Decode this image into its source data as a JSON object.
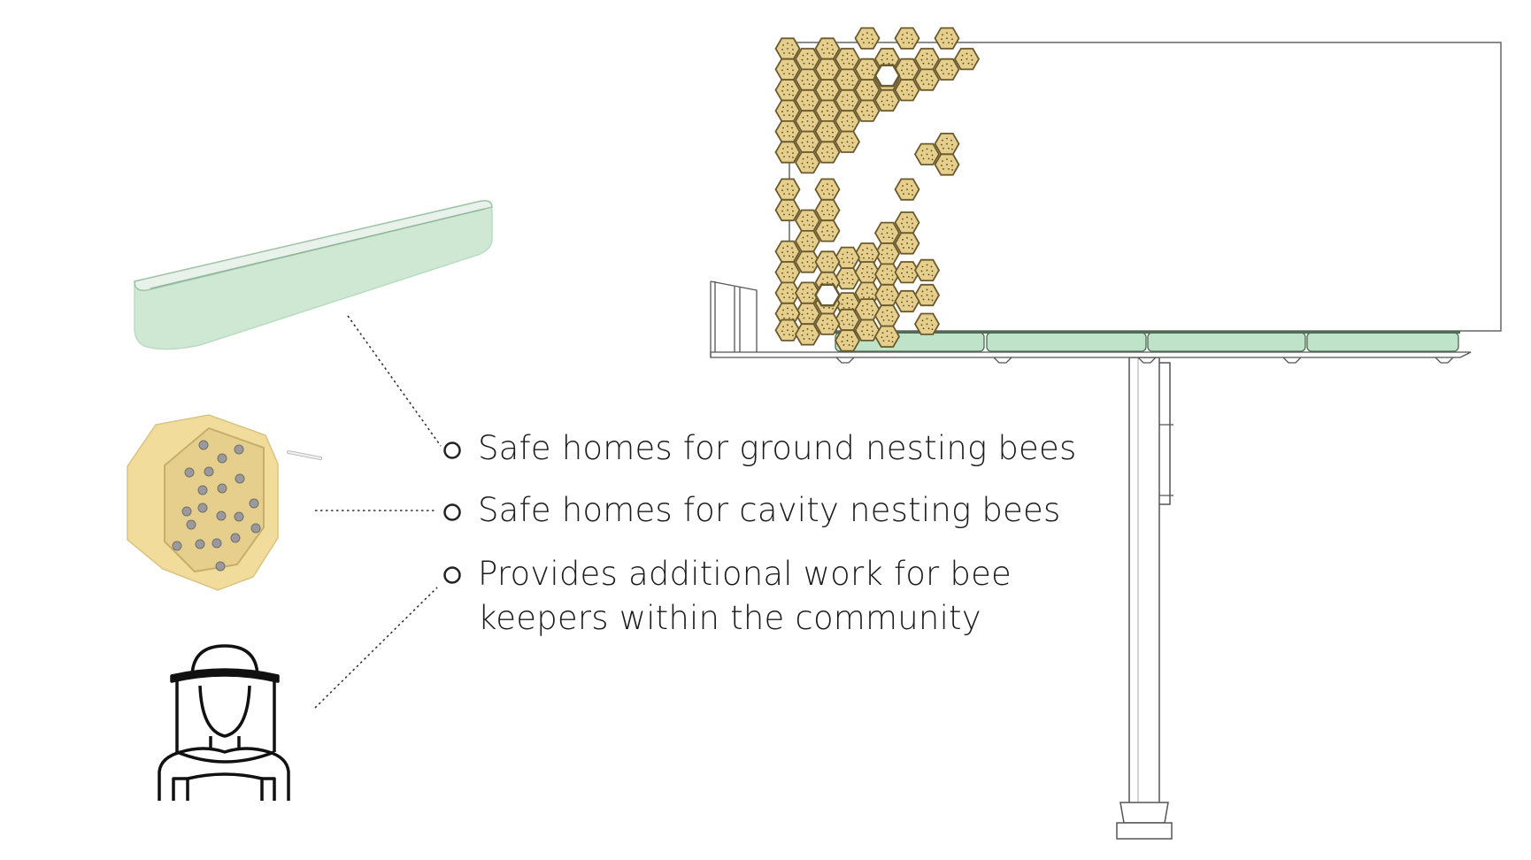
{
  "bullets": [
    {
      "lines": [
        "Safe homes for ground nesting bees"
      ]
    },
    {
      "lines": [
        "Safe homes for cavity nesting bees"
      ]
    },
    {
      "lines": [
        "Provides additional work for bee",
        "keepers within the community"
      ]
    }
  ],
  "colors": {
    "planter": "#cfe8d4",
    "planter_stroke": "#b9dcc1",
    "nest_box": "#f1dc9c",
    "nest_box_face": "#e6cf8c",
    "hex_fill": "#e6cf8c",
    "hex_stroke": "#6b5a2e",
    "board_planter": "#bfe3c8",
    "line": "#333333"
  },
  "icons": [
    "planter-box-icon",
    "hexagon-nest-box-icon",
    "beekeeper-icon",
    "billboard-illustration"
  ]
}
